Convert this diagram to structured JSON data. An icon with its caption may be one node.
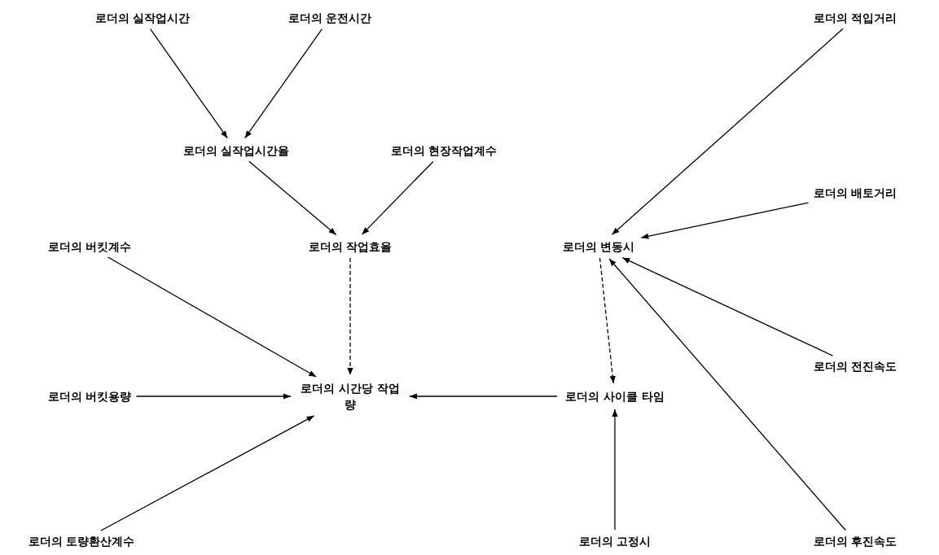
{
  "diagram": {
    "nodes": [
      {
        "text": [
          "로더의 실작업시간"
        ]
      },
      {
        "text": [
          "로더의 운전시간"
        ]
      },
      {
        "text": [
          "로더의 적입거리"
        ]
      },
      {
        "text": [
          "로더의 실작업시간율"
        ]
      },
      {
        "text": [
          "로더의 현장작업계수"
        ]
      },
      {
        "text": [
          "로더의 배토거리"
        ]
      },
      {
        "text": [
          "로더의 버킷계수"
        ]
      },
      {
        "text": [
          "로더의 작업효율"
        ]
      },
      {
        "text": [
          "로더의 변동시"
        ]
      },
      {
        "text": [
          "로더의 전진속도"
        ]
      },
      {
        "text": [
          "로더의 버킷용량"
        ]
      },
      {
        "text": [
          "로더의 시간당 작업량"
        ]
      },
      {
        "text": [
          "로더의 사이클 타임"
        ]
      },
      {
        "text": [
          "로더의 토량환산계수"
        ]
      },
      {
        "text": [
          "로더의 고정시"
        ]
      },
      {
        "text": [
          "로더의 후진속도"
        ]
      }
    ],
    "edges": [
      {
        "from": 0,
        "to": 3,
        "arrow": "to"
      },
      {
        "from": 1,
        "to": 3,
        "arrow": "to"
      },
      {
        "from": 3,
        "to": 7,
        "arrow": "to"
      },
      {
        "from": 4,
        "to": 7,
        "arrow": "to"
      },
      {
        "from": 7,
        "to": 11,
        "arrow": "to",
        "style": "dashed"
      },
      {
        "from": 6,
        "to": 11,
        "arrow": "to"
      },
      {
        "from": 10,
        "to": 11,
        "arrow": "to"
      },
      {
        "from": 13,
        "to": 11,
        "arrow": "to"
      },
      {
        "from": 2,
        "to": 8,
        "arrow": "to"
      },
      {
        "from": 5,
        "to": 8,
        "arrow": "to"
      },
      {
        "from": 9,
        "to": 8,
        "arrow": "to"
      },
      {
        "from": 15,
        "to": 8,
        "arrow": "to"
      },
      {
        "from": 8,
        "to": 12,
        "arrow": "to",
        "style": "dashed"
      },
      {
        "from": 12,
        "to": 11,
        "arrow": "to"
      },
      {
        "from": 14,
        "to": 12,
        "arrow": "to"
      }
    ]
  }
}
